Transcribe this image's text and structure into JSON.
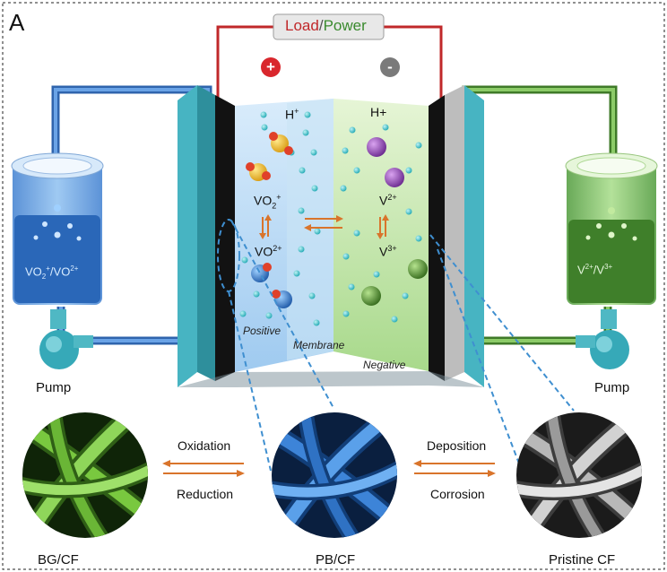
{
  "panel_letter": "A",
  "load_power": {
    "load": "Load",
    "sep": "/",
    "power": "Power"
  },
  "electrodes": {
    "plus": "+",
    "minus": "-"
  },
  "ions": {
    "h_left": {
      "base": "H",
      "sup": "+"
    },
    "h_right": "H+",
    "vo2_plus": {
      "base": "VO",
      "sub": "2",
      "sup": "+"
    },
    "vo_2plus": {
      "base": "VO",
      "sup": "2+"
    },
    "v_2plus": {
      "base": "V",
      "sup": "2+"
    },
    "v_3plus": {
      "base": "V",
      "sup": "3+"
    }
  },
  "regions": {
    "positive": "Positive",
    "membrane": "Membrane",
    "negative": "Negative"
  },
  "tanks": {
    "left": {
      "a": "VO",
      "a_sub": "2",
      "a_sup": "+",
      "slash": "/",
      "b": "VO",
      "b_sup": "2+"
    },
    "right": {
      "a": "V",
      "a_sup": "2+",
      "slash": "/",
      "b": "V",
      "b_sup": "3+"
    }
  },
  "pumps": {
    "left": "Pump",
    "right": "Pump"
  },
  "materials": [
    {
      "name": "BG/CF",
      "color": "#5aa12a"
    },
    {
      "name": "PB/CF",
      "color": "#2d6fc4"
    },
    {
      "name": "Pristine CF",
      "color": "#9a9a9a"
    }
  ],
  "transitions": {
    "oxidation": "Oxidation",
    "reduction": "Reduction",
    "deposition": "Deposition",
    "corrosion": "Corrosion"
  },
  "colors": {
    "wire": "#c0282a",
    "blue_loop": "#3c79c9",
    "green_loop": "#4f8d35",
    "electrode_frame": "#4fb8c4",
    "arrow": "#d9742b",
    "dashed": "#3f8fd0"
  }
}
